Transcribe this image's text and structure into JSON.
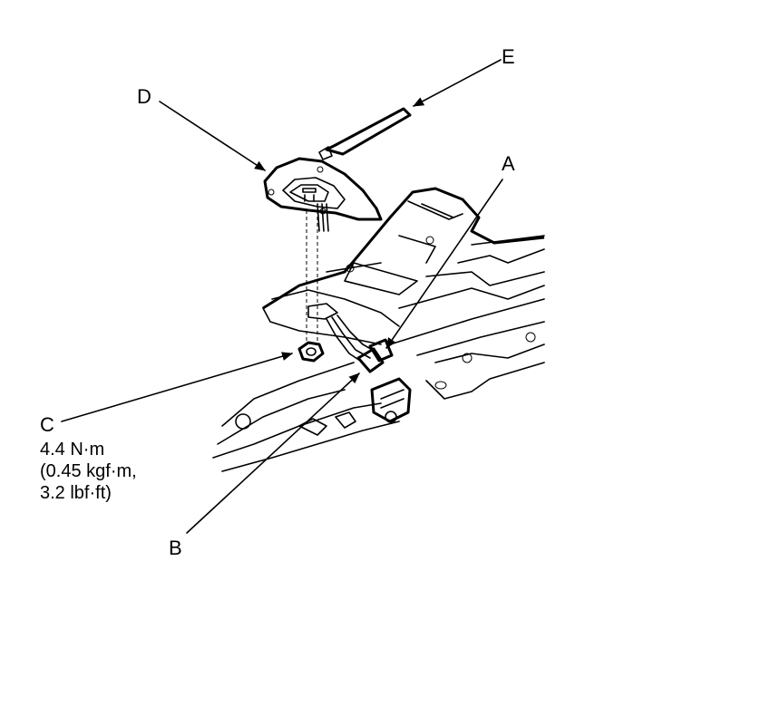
{
  "callouts": {
    "a": "A",
    "b": "B",
    "c": "C",
    "d": "D",
    "e": "E"
  },
  "torque_spec": {
    "line1": "4.4 N·m",
    "line2": "(0.45 kgf·m,",
    "line3": "3.2 lbf·ft)"
  }
}
